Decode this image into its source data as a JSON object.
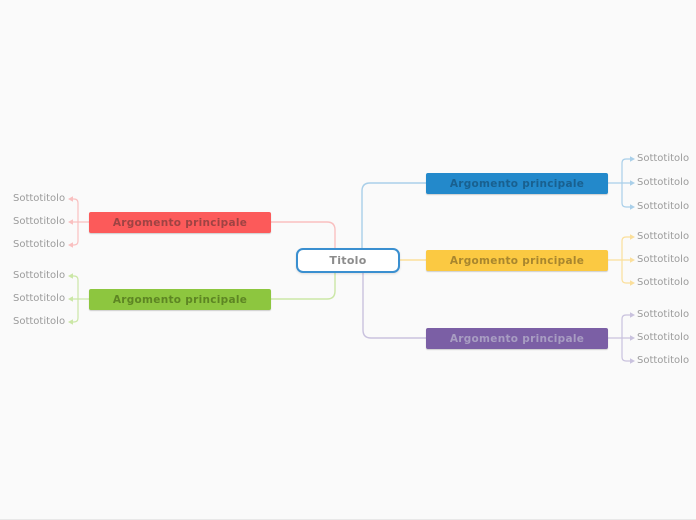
{
  "ui": {
    "background": "#fafafa",
    "subtitle_color": "#9b9b9b"
  },
  "root": {
    "label": "Titolo",
    "background": "#ffffff",
    "border_color": "#3a8fd0",
    "text_color": "#8c8c8c"
  },
  "branches": [
    {
      "id": "blue",
      "side": "right",
      "label": "Argomento principale",
      "color": "#2389cb",
      "text_color": "#19608f",
      "link_color": "#a9cfe9",
      "children": [
        "Sottotitolo",
        "Sottotitolo",
        "Sottotitolo"
      ]
    },
    {
      "id": "yellow",
      "side": "right",
      "label": "Argomento principale",
      "color": "#fbc942",
      "text_color": "#a8862e",
      "link_color": "#fbdf9b",
      "children": [
        "Sottotitolo",
        "Sottotitolo",
        "Sottotitolo"
      ]
    },
    {
      "id": "purple",
      "side": "right",
      "label": "Argomento principale",
      "color": "#7b5fa5",
      "text_color": "#a89dc2",
      "link_color": "#c9c2de",
      "children": [
        "Sottotitolo",
        "Sottotitolo",
        "Sottotitolo"
      ]
    },
    {
      "id": "red",
      "side": "left",
      "label": "Argomento principale",
      "color": "#fc5a5a",
      "text_color": "#9e4343",
      "link_color": "#f9c0c0",
      "children": [
        "Sottotitolo",
        "Sottotitolo",
        "Sottotitolo"
      ]
    },
    {
      "id": "green",
      "side": "left",
      "label": "Argomento principale",
      "color": "#8dc63f",
      "text_color": "#5d8523",
      "link_color": "#cbe7a6",
      "children": [
        "Sottotitolo",
        "Sottotitolo",
        "Sottotitolo"
      ]
    }
  ]
}
